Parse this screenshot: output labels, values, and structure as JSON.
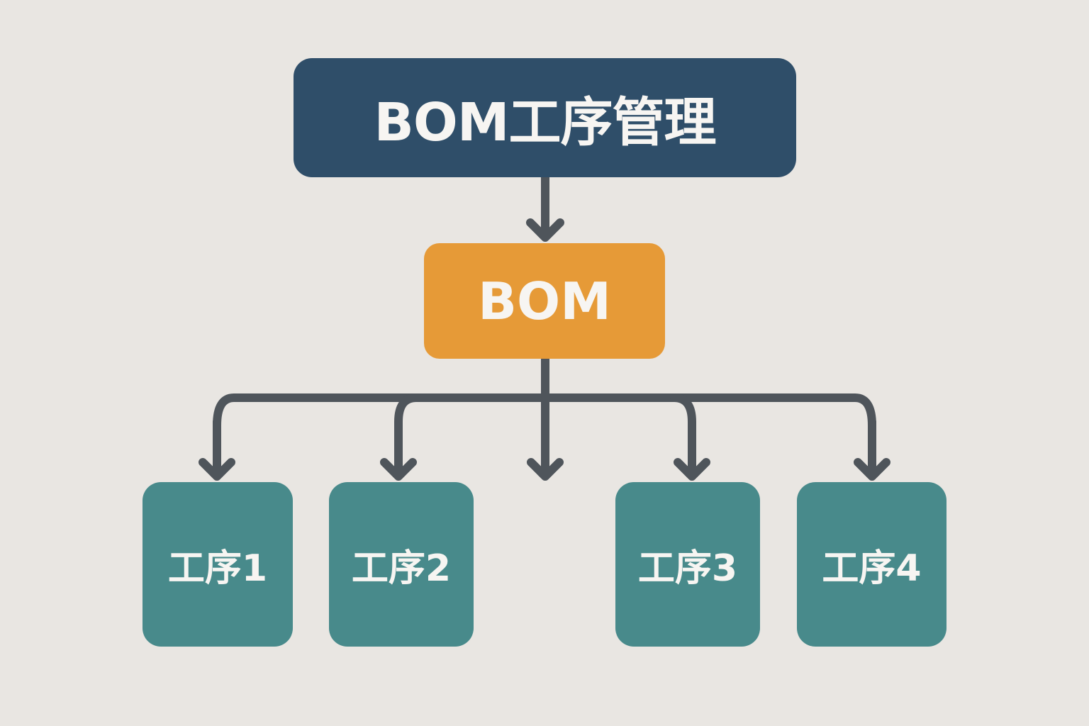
{
  "diagram": {
    "title": "BOM工序管理",
    "bom_label": "BOM",
    "steps": [
      {
        "label": "工序1"
      },
      {
        "label": "工序2"
      },
      {
        "label": "工序3"
      },
      {
        "label": "工序4"
      }
    ],
    "colors": {
      "background": "#e9e6e2",
      "title_box": "#2f4e69",
      "bom_box": "#e69a37",
      "step_box": "#488a8b",
      "connector": "#4f555b",
      "text": "#f7f5f2"
    }
  }
}
